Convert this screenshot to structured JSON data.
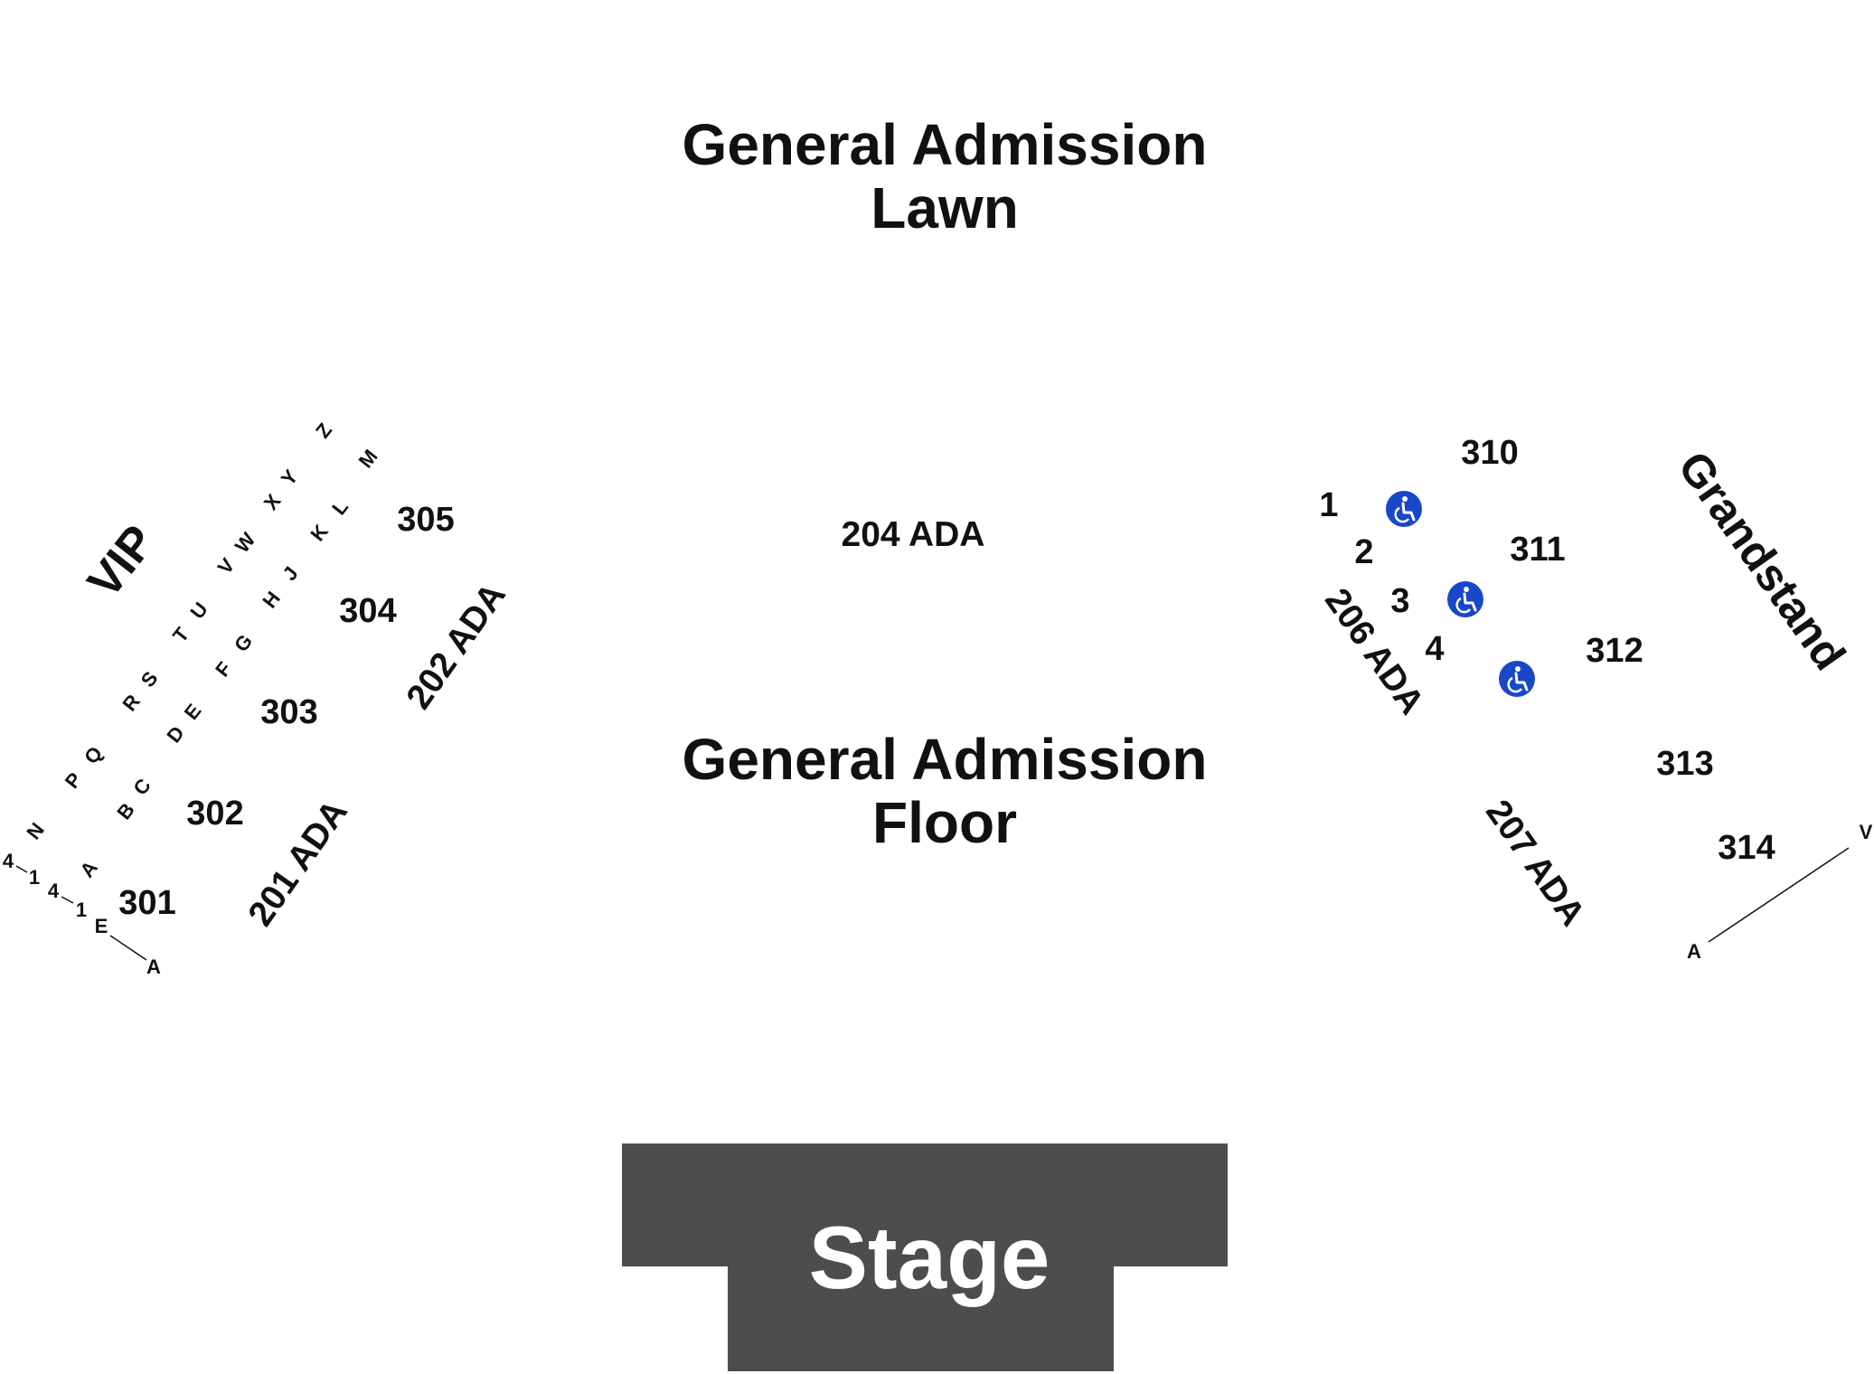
{
  "areas": {
    "lawn": {
      "line1": "General Admission",
      "line2": "Lawn"
    },
    "floor": {
      "line1": "General Admission",
      "line2": "Floor"
    },
    "stage": "Stage",
    "vip": "VIP",
    "grandstand": "Grandstand"
  },
  "sections": {
    "s301": "301",
    "s302": "302",
    "s303": "303",
    "s304": "304",
    "s305": "305",
    "s310": "310",
    "s311": "311",
    "s312": "312",
    "s313": "313",
    "s314": "314"
  },
  "ada": {
    "a201": "201 ADA",
    "a202": "202 ADA",
    "a204": "204 ADA",
    "a206": "206 ADA",
    "a207": "207 ADA"
  },
  "boxes": {
    "b1": "1",
    "b2": "2",
    "b3": "3",
    "b4": "4"
  },
  "rows_left": {
    "r1": "N",
    "r2": "P",
    "r3": "Q",
    "r4": "R",
    "r5": "S",
    "r6": "T",
    "r7": "U",
    "r8": "V",
    "r9": "W",
    "r10": "X",
    "r11": "Y",
    "r12": "Z",
    "r13": "A",
    "r14": "B",
    "r15": "C",
    "r16": "D",
    "r17": "E",
    "r18": "F",
    "r19": "G",
    "r20": "H",
    "r21": "J",
    "r22": "K",
    "r23": "L",
    "r24": "M"
  },
  "seat_labels_left": {
    "s1": "4",
    "s2": "1",
    "s3": "4",
    "s4": "1",
    "rowE": "E",
    "rowA": "A"
  },
  "rows_right": {
    "start": "A",
    "end": "V"
  },
  "icons": {
    "wheelchair": "wheelchair-icon"
  },
  "colors": {
    "stage": "#4d4d4d",
    "accessible": "#1847c9",
    "text": "#111111"
  }
}
